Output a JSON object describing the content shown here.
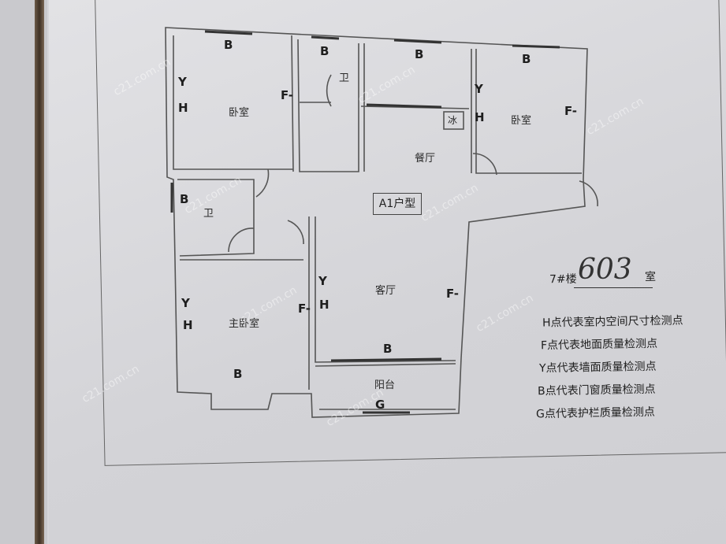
{
  "plan_type": "A1户型",
  "rooms": {
    "bedroom_1": "卧室",
    "bathroom_1": "卫",
    "dining": "餐厅",
    "fridge": "冰",
    "bedroom_2": "卧室",
    "bathroom_2": "卫",
    "master_bedroom": "主卧室",
    "living_room": "客厅",
    "balcony": "阳台"
  },
  "markers": {
    "B": "B",
    "Y": "Y",
    "H": "H",
    "F": "F-",
    "G": "G"
  },
  "unit": {
    "building": "7#楼",
    "room_number": "603",
    "room_suffix": "室"
  },
  "legend": [
    "H点代表室内空间尺寸检测点",
    "F点代表地面质量检测点",
    "Y点代表墙面质量检测点",
    "B点代表门窗质量检测点",
    "G点代表护栏质量检测点"
  ],
  "watermark": "c21.com.cn"
}
